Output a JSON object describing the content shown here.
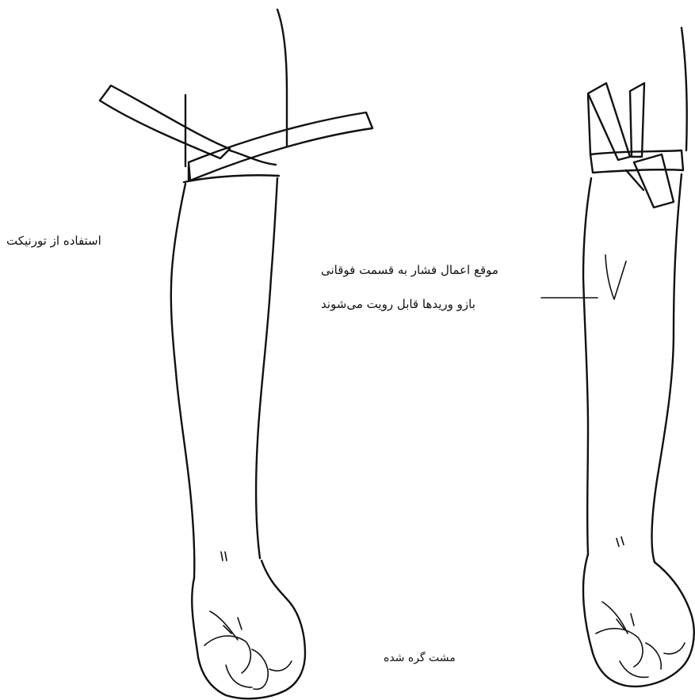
{
  "labels": {
    "tourniquet": "استفاده از تورنیکت",
    "pressure_site": "موقع اعمال فشار به قسمت فوقانی",
    "veins_visible": "بازو وریدها قابل رویت می‌شوند",
    "fist": "مشت گره شده"
  }
}
